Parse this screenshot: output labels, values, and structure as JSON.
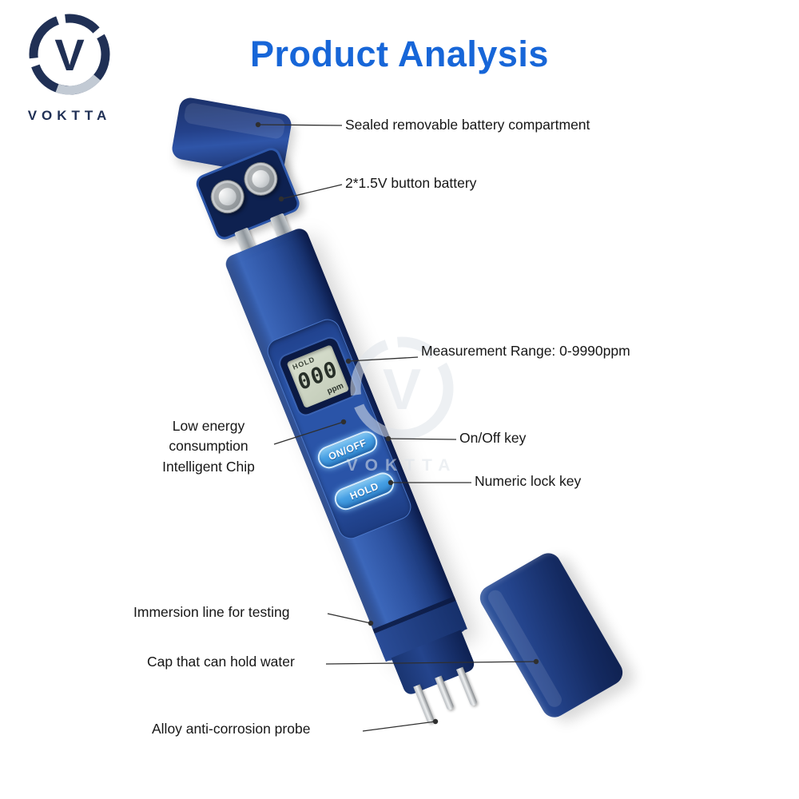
{
  "header": {
    "title": "Product Analysis"
  },
  "brand": {
    "name": "VOKTTA",
    "initial": "V"
  },
  "watermark": {
    "name": "VOKTTA",
    "initial": "V"
  },
  "device": {
    "lcd": {
      "mode": "HOLD",
      "value": "000",
      "unit": "ppm"
    },
    "buttons": {
      "power": "ON/OFF",
      "hold": "HOLD"
    }
  },
  "annotations": {
    "battery_compartment": "Sealed removable battery compartment",
    "button_battery": "2*1.5V button battery",
    "measurement_range": "Measurement Range: 0-9990ppm",
    "low_energy_lines": [
      "Low energy",
      "consumption",
      "Intelligent Chip"
    ],
    "on_off_key": "On/Off key",
    "numeric_lock_key": "Numeric lock key",
    "immersion_line": "Immersion line for testing",
    "cap": "Cap that can hold water",
    "probe": "Alloy anti-corrosion probe"
  },
  "colors": {
    "title_blue": "#1766d8",
    "device_blue": "#2c519f",
    "button_blue": "#47a0e4",
    "lcd_green": "#d3dbc8",
    "line_color": "#2f2f2f"
  }
}
